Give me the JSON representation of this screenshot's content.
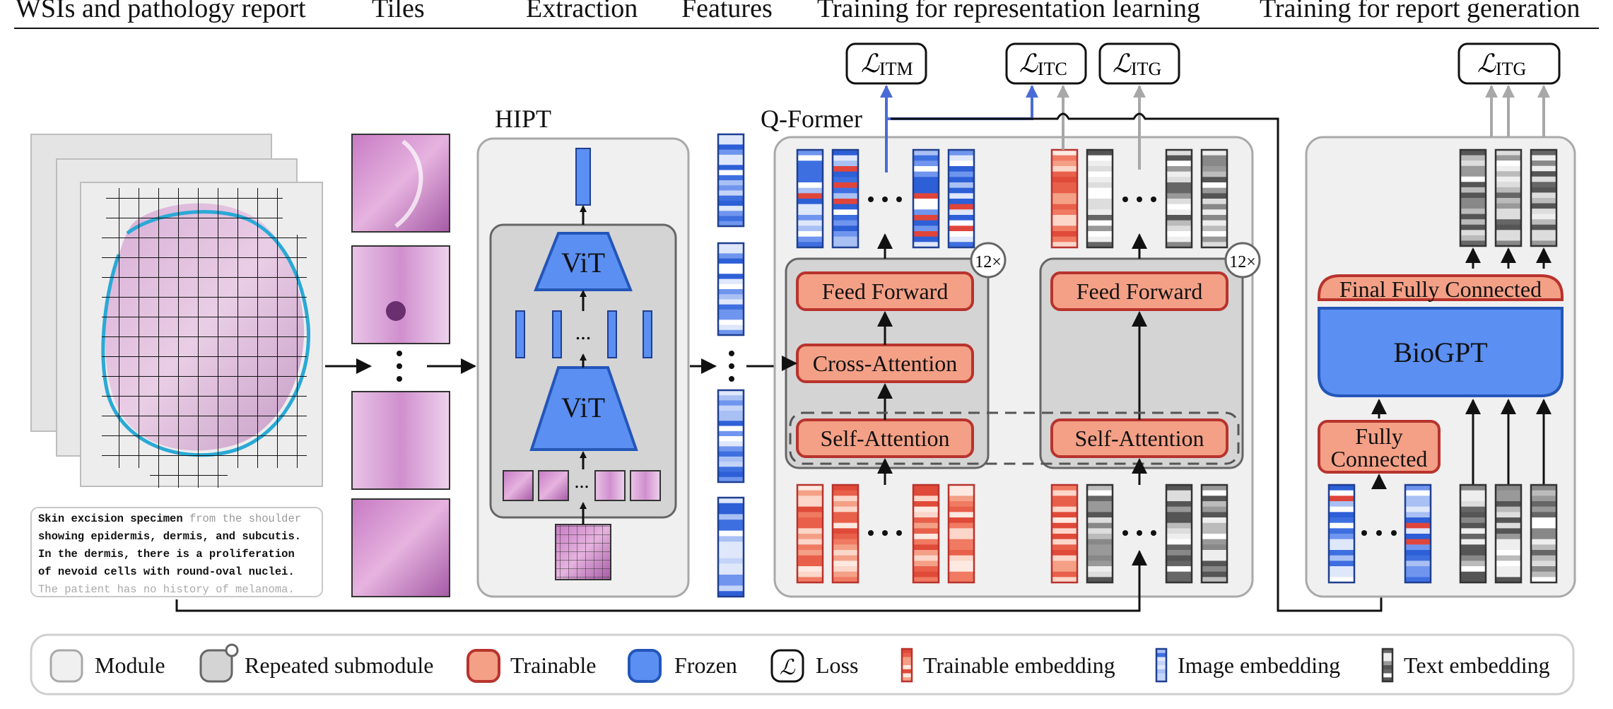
{
  "headers": {
    "wsi": "WSIs and pathology report",
    "tiles": "Tiles",
    "extraction": "Extraction",
    "features": "Features",
    "rep_learning": "Training for representation learning",
    "report_gen": "Training for report generation"
  },
  "hipt": {
    "label": "HIPT",
    "vit_top": "ViT",
    "vit_bottom": "ViT",
    "dots": "..."
  },
  "qformer": {
    "label": "Q-Former",
    "feed_forward_left": "Feed Forward",
    "cross_attention": "Cross-Attention",
    "self_attention_left": "Self-Attention",
    "feed_forward_right": "Feed Forward",
    "self_attention_right": "Self-Attention",
    "repeat_left": "12×",
    "repeat_right": "12×"
  },
  "losses": {
    "itm_main": "ℒ",
    "itm_sub": "ITM",
    "itc_main": "ℒ",
    "itc_sub": "ITC",
    "itg1_main": "ℒ",
    "itg1_sub": "ITG",
    "itg2_main": "ℒ",
    "itg2_sub": "ITG"
  },
  "report_gen": {
    "final_fc": "Final Fully Connected",
    "biogpt": "BioGPT",
    "fc_line1": "Fully",
    "fc_line2": "Connected"
  },
  "report_text": {
    "l1_bold": "Skin excision specimen",
    "l1_light": " from the shoulder",
    "l2": "showing epidermis, dermis, and subcutis.",
    "l3": "In the dermis, there is a proliferation",
    "l4": "of nevoid cells with round-oval nuclei.",
    "l5": "The patient has no history of melanoma."
  },
  "legend": {
    "module": "Module",
    "repeated": "Repeated submodule",
    "trainable": "Trainable",
    "frozen": "Frozen",
    "loss_symbol": "ℒ",
    "loss": "Loss",
    "trainable_emb": "Trainable embedding",
    "image_emb": "Image embedding",
    "text_emb": "Text embedding"
  },
  "colors": {
    "trainable_fill": "#f4a086",
    "trainable_stroke": "#b8332d",
    "frozen_fill": "#5b8ff2",
    "frozen_stroke": "#2456b8",
    "module_fill": "#f0f0f0",
    "module_stroke": "#a9a9a9",
    "submodule_fill": "#d4d4d4",
    "submodule_stroke": "#666666",
    "blue_arrow": "#4a6bd6",
    "gray_arrow": "#a8a8a8"
  }
}
